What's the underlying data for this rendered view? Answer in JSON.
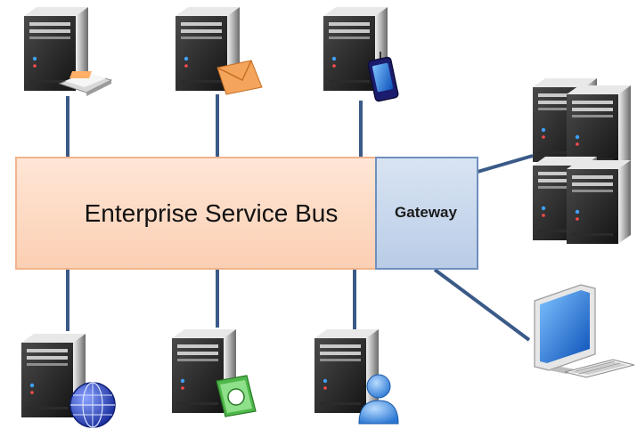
{
  "bus": {
    "label": "Enterprise Service Bus"
  },
  "gateway": {
    "label": "Gateway"
  },
  "nodes": {
    "top": [
      {
        "name": "server-fax",
        "icon": "fax-icon"
      },
      {
        "name": "server-mail",
        "icon": "envelope-icon"
      },
      {
        "name": "server-mobile",
        "icon": "mobile-phone-icon"
      }
    ],
    "bottom": [
      {
        "name": "server-web",
        "icon": "globe-icon"
      },
      {
        "name": "server-payment",
        "icon": "money-icon"
      },
      {
        "name": "server-user",
        "icon": "user-icon"
      }
    ],
    "external": [
      {
        "name": "server-cluster",
        "icon": "server-cluster-icon"
      },
      {
        "name": "desktop-computer",
        "icon": "monitor-icon"
      }
    ]
  },
  "colors": {
    "bus_fill": "#fdd9c3",
    "bus_border": "#f2b48c",
    "gateway_fill": "#c9d8ec",
    "gateway_border": "#6f8fbe",
    "connector": "#3a5a88",
    "server_dark": "#3d3d3d",
    "server_light": "#d6d6d6"
  }
}
